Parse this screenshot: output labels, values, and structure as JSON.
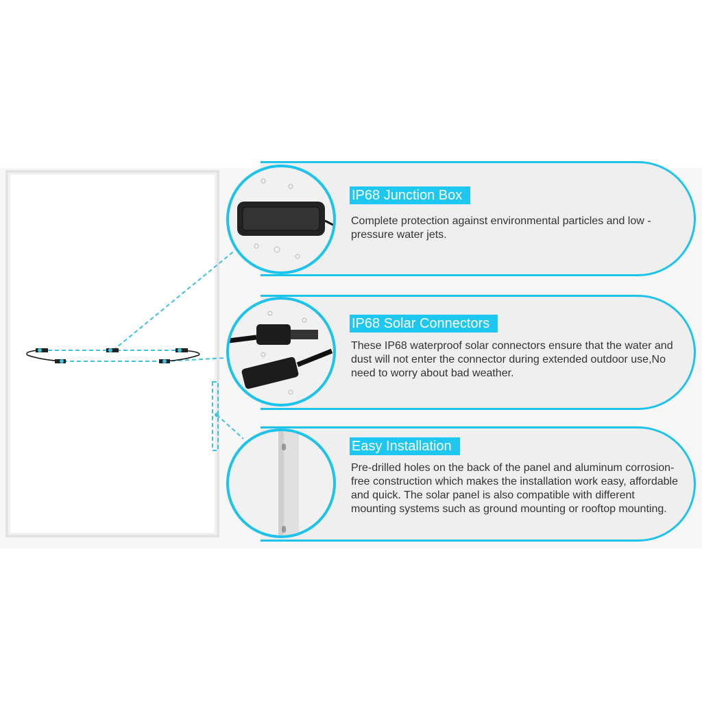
{
  "features": [
    {
      "title": "IP68 Junction Box",
      "description": "Complete protection against environmental particles and low -pressure water jets.",
      "image": "junction-box-photo"
    },
    {
      "title": "IP68 Solar Connectors",
      "description": "These IP68 waterproof solar connectors ensure that the water and dust will not enter the connector during extended outdoor use,No need to worry about bad weather.",
      "image": "solar-connectors-photo"
    },
    {
      "title": "Easy Installation",
      "description": "Pre-drilled holes on the back of the panel and aluminum corrosion-free construction which makes the installation work easy, affordable and quick. The solar panel is also compatible with different mounting systems such as ground mounting or rooftop mounting.",
      "image": "panel-frame-photo"
    }
  ],
  "colors": {
    "accent": "#1ec3ec",
    "title_bg": "#1ec7f0",
    "pill_bg": "#efefef"
  }
}
